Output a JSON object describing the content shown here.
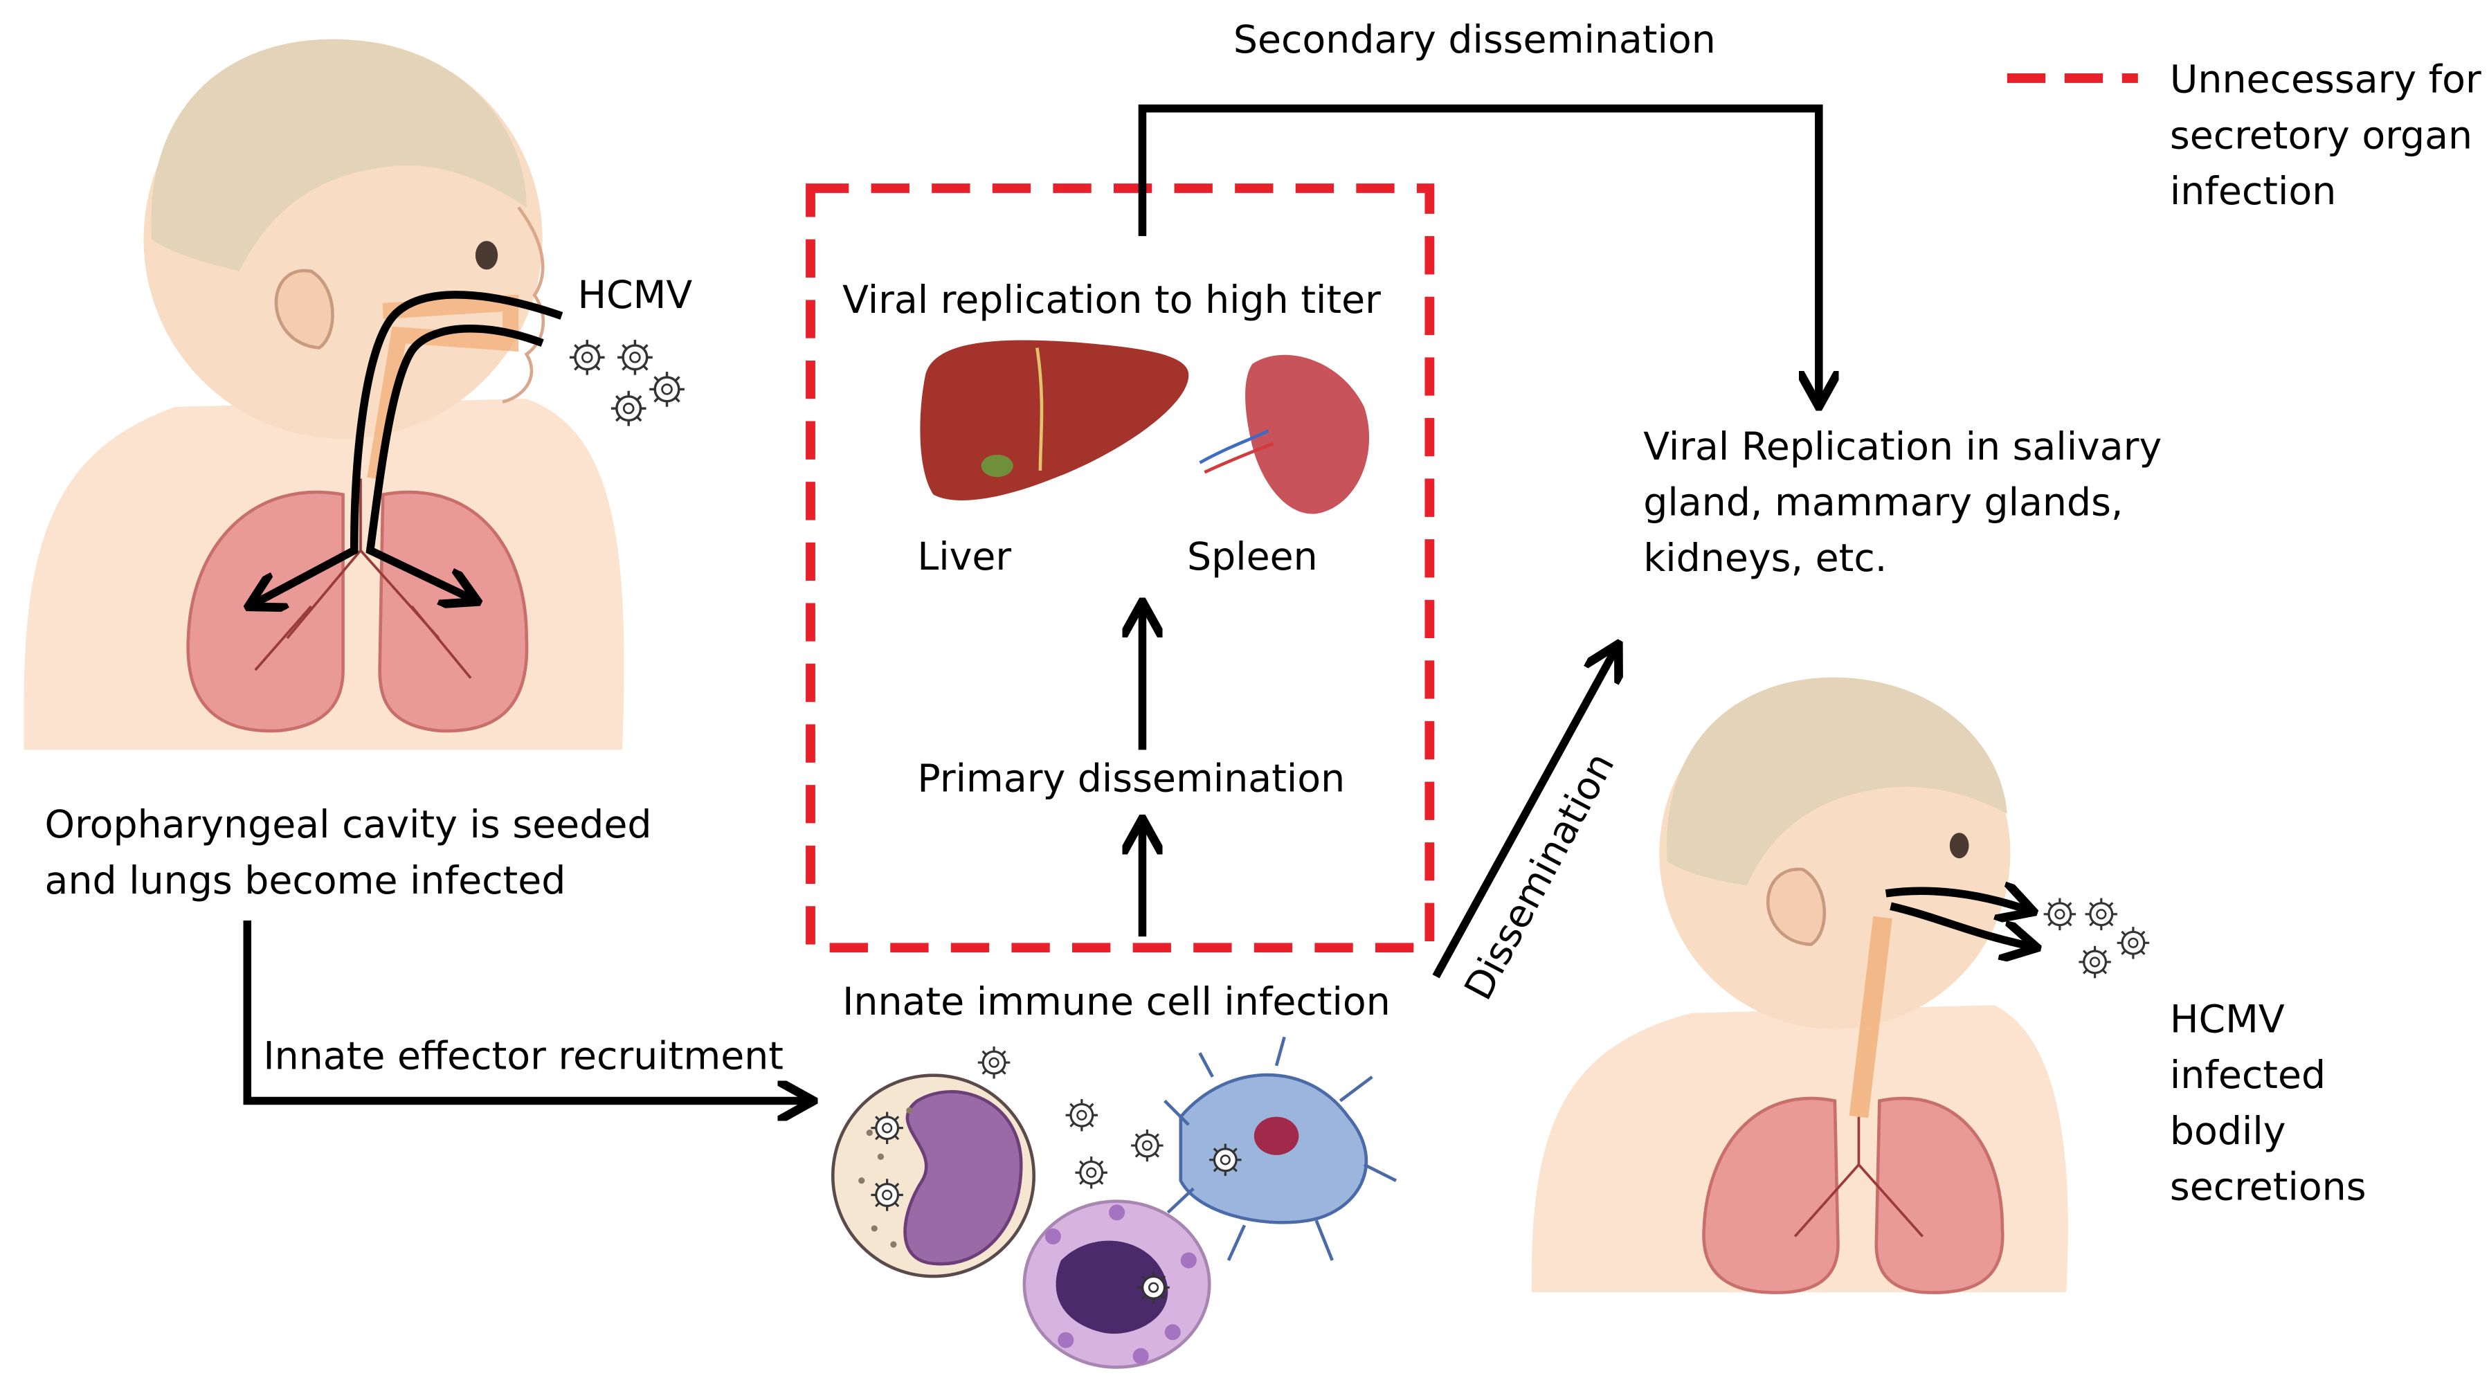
{
  "labels": {
    "secondary_dissemination": "Secondary dissemination",
    "legend_line1": "Unnecessary for",
    "legend_line2": "secretory organ",
    "legend_line3": "infection",
    "hcmv": "HCMV",
    "viral_replication_high_titer": "Viral replication to high titer",
    "liver": "Liver",
    "spleen": "Spleen",
    "primary_dissemination": "Primary dissemination",
    "secretory_line1": "Viral Replication in salivary",
    "secretory_line2": "gland, mammary glands,",
    "secretory_line3": "kidneys, etc.",
    "oro_line1": "Oropharyngeal cavity is seeded",
    "oro_line2": "and lungs become infected",
    "innate_effector_recruitment": "Innate effector recruitment",
    "innate_immune_cell_infection": "Innate immune cell infection",
    "dissemination": "Dissemination",
    "secretions_line1": "HCMV",
    "secretions_line2": "infected",
    "secretions_line3": "bodily",
    "secretions_line4": "secretions"
  },
  "colors": {
    "dashed_box": "#e8202a",
    "arrow": "#000000",
    "skin": "#f9dcc4",
    "hair": "#e3d3b8",
    "lung": "#e99a97",
    "liver": "#a4342b",
    "spleen": "#c8535a",
    "cell_purple": "#8a5aa8",
    "dendritic_blue": "#8aa9d6"
  }
}
